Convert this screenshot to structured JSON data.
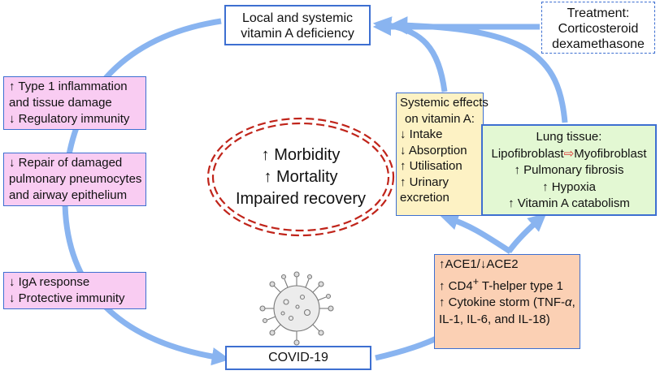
{
  "boxes": {
    "deficiency": {
      "lines": [
        "Local and systemic",
        "vitamin A deficiency"
      ]
    },
    "treatment": {
      "lines": [
        "Treatment:",
        "Corticosteroid",
        "dexamethasone"
      ]
    },
    "covid": {
      "label": "COVID-19"
    },
    "inflammation": {
      "lines": [
        "↑ Type 1 inflammation",
        "and tissue damage",
        "↓ Regulatory immunity"
      ]
    },
    "repair": {
      "lines": [
        "↓ Repair of damaged",
        "pulmonary pneumocytes",
        "and airway epithelium"
      ]
    },
    "iga": {
      "lines": [
        "↓ IgA response",
        "↓ Protective immunity"
      ]
    },
    "systemic": {
      "title_lines": [
        "Systemic effects",
        "on vitamin A:"
      ],
      "items": [
        "↓ Intake",
        "↓ Absorption",
        "↑ Utilisation",
        "↑ Urinary",
        "excretion"
      ]
    },
    "lung": {
      "title": "Lung tissue:",
      "transition": {
        "from": "Lipofibroblast",
        "arrow": "⇨",
        "to": "Myofibroblast"
      },
      "items": [
        "↑ Pulmonary fibrosis",
        "↑ Hypoxia",
        "↑ Vitamin A catabolism"
      ]
    },
    "ace": {
      "line1": "↑ACE1/↓ACE2",
      "line2_prefix": "↑ CD4",
      "line2_sup": "+",
      "line2_suffix": " T-helper type 1",
      "line3": "↑ Cytokine storm (TNF-",
      "line3_alpha": "α",
      "line3_end": ",",
      "line4": "IL-1, IL-6, and IL-18)"
    }
  },
  "outcomes": [
    "↑ Morbidity",
    "↑ Mortality",
    "Impaired recovery"
  ],
  "colors": {
    "arrow": "#89b4f0",
    "box_border": "#3d6fd1",
    "pink": "#f9ccf2",
    "yellow": "#fdf2c4",
    "green": "#e3f8d3",
    "orange": "#fbd0b4",
    "ellipse": "#c0241a"
  },
  "icons": {
    "virus": "virus-icon",
    "lung_transition_arrow": "right-arrow-icon"
  }
}
